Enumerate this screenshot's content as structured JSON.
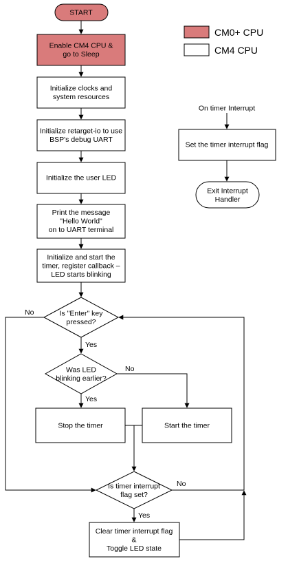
{
  "colors": {
    "cm0": "#d97b7b",
    "cm4": "#ffffff",
    "stroke": "#000000"
  },
  "legend": {
    "cm0_label": "CM0+ CPU",
    "cm4_label": "CM4 CPU"
  },
  "nodes": {
    "start": [
      "START"
    ],
    "enable_cm4": [
      "Enable CM4 CPU &",
      "go to Sleep"
    ],
    "init_clocks": [
      "Initialize clocks and",
      "system resources"
    ],
    "init_retarget": [
      "Initialize retarget-io to use",
      "BSP's debug UART"
    ],
    "init_led": [
      "Initialize the user LED"
    ],
    "print_msg": [
      "Print the message",
      "\"Hello World\"",
      "on to UART terminal"
    ],
    "init_timer": [
      "Initialize and start the",
      "timer, register callback –",
      "LED starts blinking"
    ],
    "enter_key": [
      "Is \"Enter\" key",
      "pressed?"
    ],
    "led_blinking": [
      "Was LED",
      "blinking earlier?"
    ],
    "stop_timer": [
      "Stop the timer"
    ],
    "start_timer": [
      "Start the timer"
    ],
    "flag_set": [
      "Is timer interrupt",
      "flag set?"
    ],
    "clear_flag": [
      "Clear timer interrupt flag",
      "&",
      "Toggle LED state"
    ],
    "on_timer": [
      "On timer Interrupt"
    ],
    "set_flag": [
      "Set the timer interrupt flag"
    ],
    "exit_handler": [
      "Exit Interrupt",
      "Handler"
    ]
  },
  "edge_labels": {
    "enter_no": "No",
    "enter_yes": "Yes",
    "blink_no": "No",
    "blink_yes": "Yes",
    "flag_no": "No",
    "flag_yes": "Yes"
  }
}
